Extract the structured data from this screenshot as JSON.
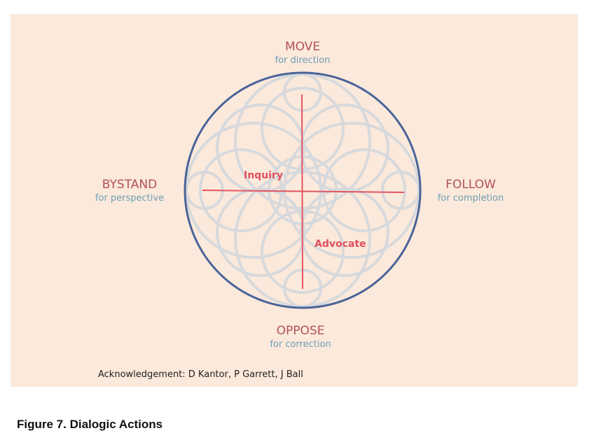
{
  "directions": {
    "top": {
      "title": "MOVE",
      "subtitle": "for direction"
    },
    "right": {
      "title": "FOLLOW",
      "subtitle": "for completion"
    },
    "bottom": {
      "title": "OPPOSE",
      "subtitle": "for correction"
    },
    "left": {
      "title": "BYSTAND",
      "subtitle": "for perspective"
    }
  },
  "inner_labels": {
    "inquiry": "Inquiry",
    "advocate": "Advocate"
  },
  "acknowledgement": "Acknowledgement: D Kantor, P Garrett, J Ball",
  "caption": "Figure 7.  Dialogic Actions",
  "colors": {
    "outer_circle": "#4a6499",
    "axes": "#e05562",
    "pattern": "#d7d9dc",
    "background": "#fbe9db"
  }
}
